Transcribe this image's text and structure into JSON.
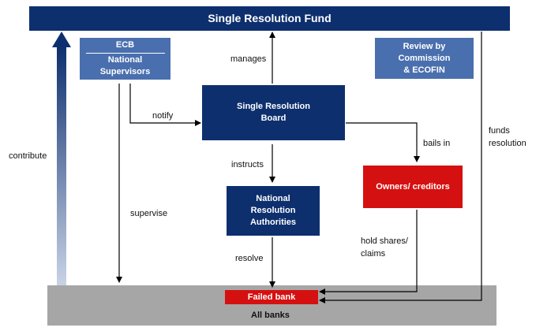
{
  "title": "Single Resolution Fund",
  "ecb": {
    "line1": "ECB",
    "line2": "National\nSupervisors"
  },
  "review": "Review by\nCommission\n& ECOFIN",
  "srb": "Single Resolution\nBoard",
  "nra": "National\nResolution\nAuthorities",
  "owners": "Owners/ creditors",
  "failed_bank": "Failed bank",
  "all_banks": "All banks",
  "labels": {
    "manages": "manages",
    "notify": "notify",
    "bails_in": "bails in",
    "funds_resolution": "funds\nresolution",
    "contribute": "contribute",
    "instructs": "instructs",
    "supervise": "supervise",
    "hold_shares": "hold shares/\nclaims",
    "resolve": "resolve"
  },
  "colors": {
    "navy": "#0d2f6e",
    "steel": "#4a6fae",
    "red": "#d51010",
    "gray": "#a6a6a6"
  }
}
